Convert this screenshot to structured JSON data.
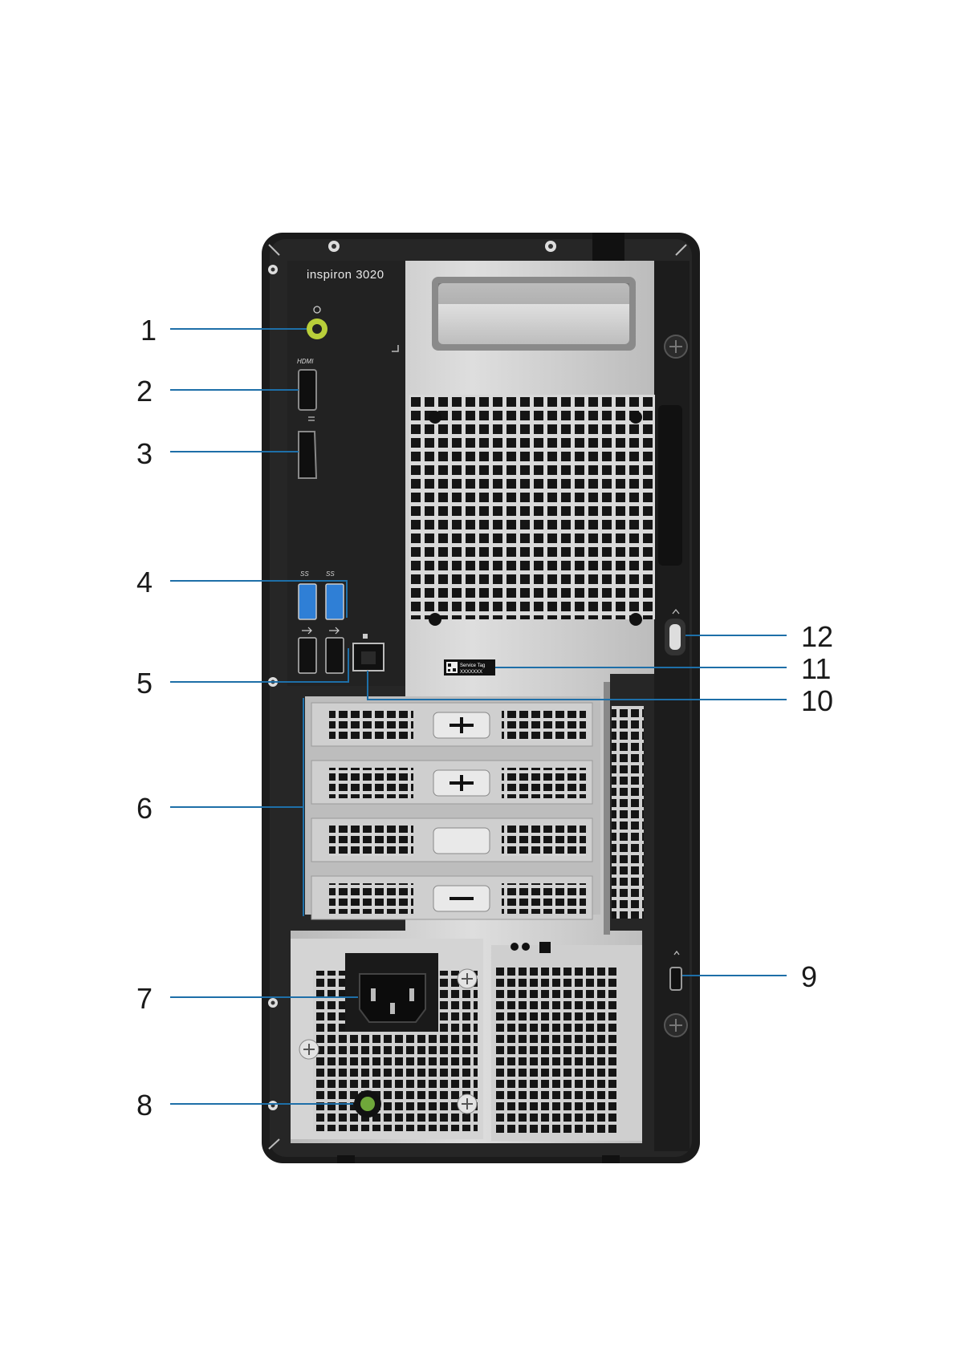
{
  "model_label": "inspiron 3020",
  "port_labels": {
    "hdmi": "HDMI",
    "usb3_left": "SS",
    "usb3_right": "SS"
  },
  "service_tag": {
    "title": "Service Tag",
    "code": "XXXXXXX"
  },
  "callouts": [
    "1",
    "2",
    "3",
    "4",
    "5",
    "6",
    "7",
    "8",
    "9",
    "10",
    "11",
    "12"
  ],
  "colors": {
    "chassis": "#1b1b1b",
    "panel_silver": "#c9c9c9",
    "io_panel": "#222222",
    "leader_line": "#1e6fa8",
    "usb3_blue": "#2f7fd6",
    "audio_jack": "#b9cf3a"
  }
}
